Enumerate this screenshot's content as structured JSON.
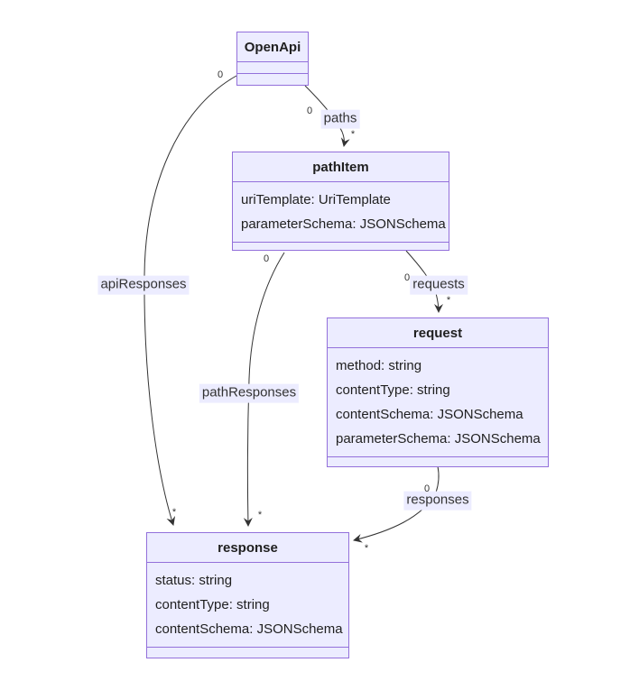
{
  "diagram_type": "uml-class-diagram",
  "colors": {
    "node_fill": "#ECECFF",
    "node_border": "#9370DB",
    "edge_line": "#333333",
    "text": "#1f1f1f",
    "edge_label_bg": "#ECECFF"
  },
  "classes": {
    "openapi": {
      "title": "OpenApi",
      "attributes": []
    },
    "pathitem": {
      "title": "pathItem",
      "attributes": [
        "uriTemplate: UriTemplate",
        "parameterSchema: JSONSchema"
      ]
    },
    "request": {
      "title": "request",
      "attributes": [
        "method: string",
        "contentType: string",
        "contentSchema: JSONSchema",
        "parameterSchema: JSONSchema"
      ]
    },
    "response": {
      "title": "response",
      "attributes": [
        "status: string",
        "contentType: string",
        "contentSchema: JSONSchema"
      ]
    }
  },
  "edges": {
    "paths": {
      "label": "paths",
      "from": "OpenApi",
      "to": "pathItem",
      "source_card": "0",
      "target_card": "*"
    },
    "apiResponses": {
      "label": "apiResponses",
      "from": "OpenApi",
      "to": "response",
      "source_card": "0",
      "target_card": "*"
    },
    "pathResponses": {
      "label": "pathResponses",
      "from": "pathItem",
      "to": "response",
      "source_card": "0",
      "target_card": "*"
    },
    "requests": {
      "label": "requests",
      "from": "pathItem",
      "to": "request",
      "source_card": "0",
      "target_card": "*"
    },
    "responses": {
      "label": "responses",
      "from": "request",
      "to": "response",
      "source_card": "0",
      "target_card": "*"
    }
  }
}
